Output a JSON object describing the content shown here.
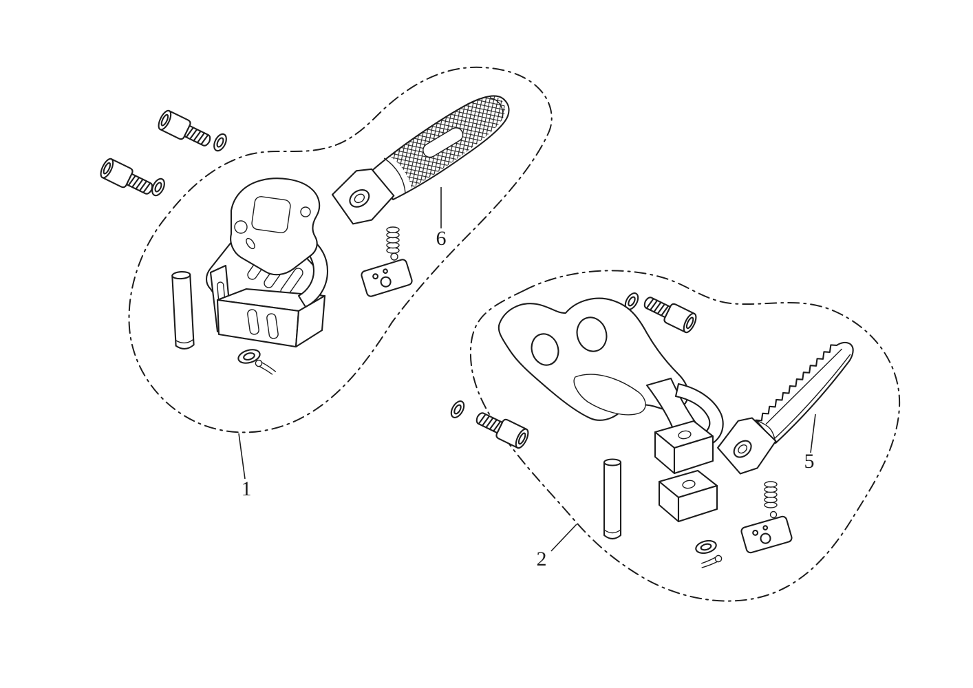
{
  "diagram": {
    "background_color": "#ffffff",
    "line_color": "#1c1c1c",
    "callouts": {
      "left_assembly": "1",
      "right_assembly": "2",
      "right_footpeg": "5",
      "left_footpeg": "6"
    }
  }
}
